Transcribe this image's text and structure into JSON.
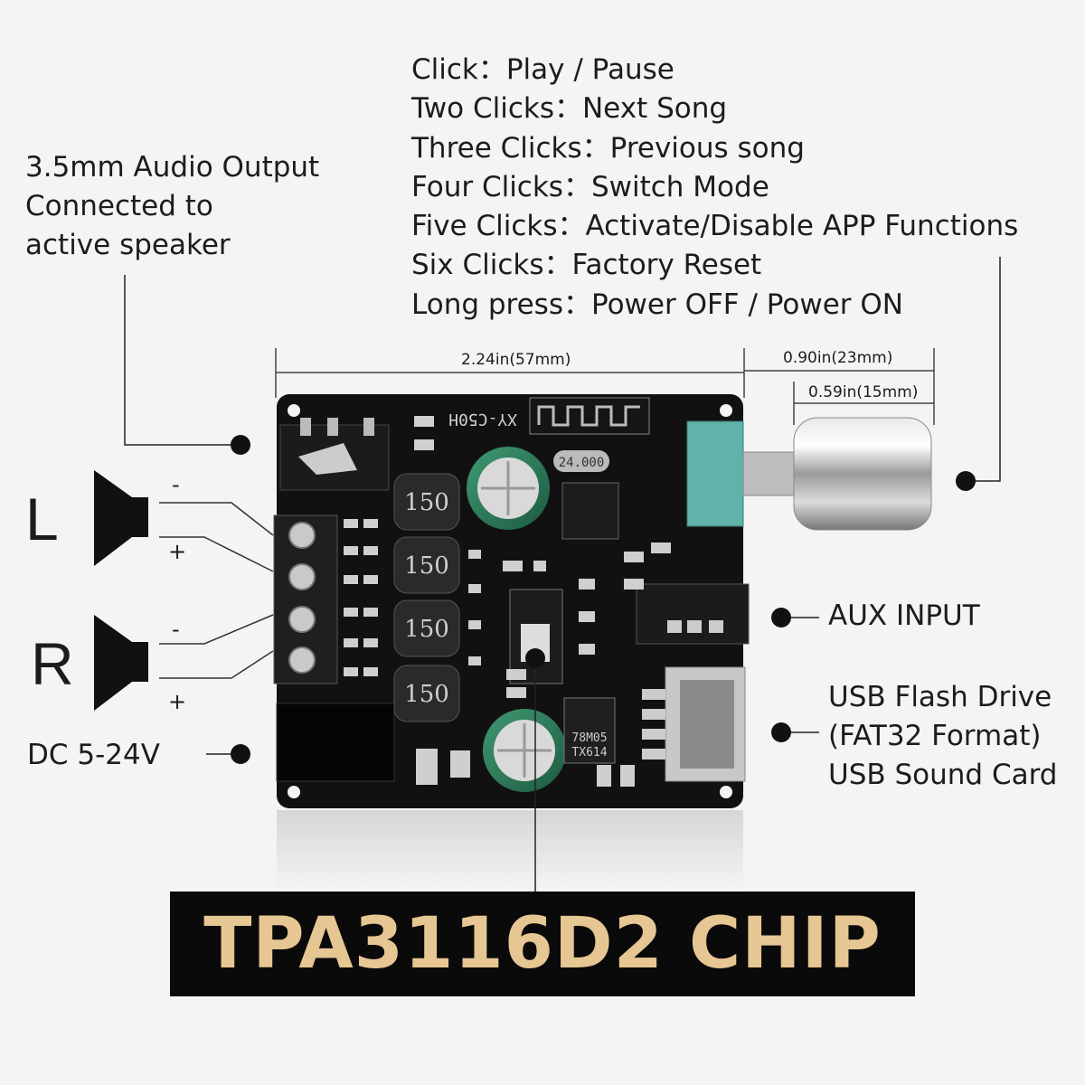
{
  "instructions": [
    "Click：Play / Pause",
    "Two Clicks：Next Song",
    "Three Clicks：Previous song",
    "Four Clicks：Switch Mode",
    "Five Clicks：Activate/Disable APP Functions",
    "Six Clicks：Factory Reset",
    "Long press：Power OFF / Power ON"
  ],
  "audio_output": {
    "line1": "3.5mm Audio Output",
    "line2": "Connected to",
    "line3": "active speaker"
  },
  "speakers": {
    "left": "L",
    "right": "R",
    "minus": "-",
    "plus": "+"
  },
  "dc_label": "DC 5-24V",
  "aux_label": "AUX INPUT",
  "usb": {
    "line1": "USB Flash Drive",
    "line2": "(FAT32 Format)",
    "line3": "USB Sound Card"
  },
  "dimensions": {
    "board_width": "2.24in(57mm)",
    "knob_total": "0.90in(23mm)",
    "knob_cap": "0.59in(15mm)"
  },
  "board_markings": {
    "model": "XY-C50H",
    "inductor": "150",
    "crystal": "24.000",
    "regulator_line1": "78M05",
    "regulator_line2": "TX614"
  },
  "chip_title": "TPA3116D2 CHIP",
  "colors": {
    "background": "#f4f4f4",
    "board": "#111111",
    "chip_text": "#e6c692",
    "potentiometer": "#5fb3a8",
    "capacitor": "#2e7d5b"
  }
}
